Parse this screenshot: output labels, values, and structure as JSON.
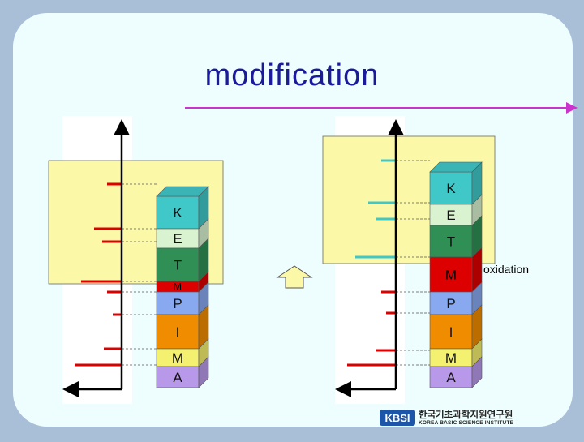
{
  "slide": {
    "title": "modification",
    "annotation": "oxidation"
  },
  "left_stack": [
    {
      "label": "K",
      "color": "#40c8c8"
    },
    {
      "label": "E",
      "color": "#d9f2d0"
    },
    {
      "label": "T",
      "color": "#2f8f55"
    },
    {
      "label": "M",
      "color": "#dd0000"
    },
    {
      "label": "P",
      "color": "#88a8f0"
    },
    {
      "label": "I",
      "color": "#f08c00"
    },
    {
      "label": "M",
      "color": "#f4f070"
    },
    {
      "label": "A",
      "color": "#b898e8"
    }
  ],
  "right_stack": [
    {
      "label": "K",
      "color": "#40c8c8"
    },
    {
      "label": "E",
      "color": "#d9f2d0"
    },
    {
      "label": "T",
      "color": "#2f8f55"
    },
    {
      "label": "M",
      "color": "#dd0000"
    },
    {
      "label": "P",
      "color": "#88a8f0"
    },
    {
      "label": "I",
      "color": "#f08c00"
    },
    {
      "label": "M",
      "color": "#f4f070"
    },
    {
      "label": "A",
      "color": "#b898e8"
    }
  ],
  "logo": {
    "mark_text": "KBSI",
    "korean_name": "한국기초과학지원연구원",
    "english_name": "KOREA BASIC SCIENCE INSTITUTE"
  },
  "colors": {
    "background": "#a9bfd8",
    "slide": "#eefefe",
    "highlight_box": "#fbf8a8",
    "title": "#1a1a9a",
    "red_tick": "#dd0000",
    "teal_tick": "#40c8c8",
    "arrow": "#cc33cc"
  },
  "icons": [
    "up-arrow-icon",
    "axis-arrow-icon",
    "kbsi-logo-icon"
  ]
}
